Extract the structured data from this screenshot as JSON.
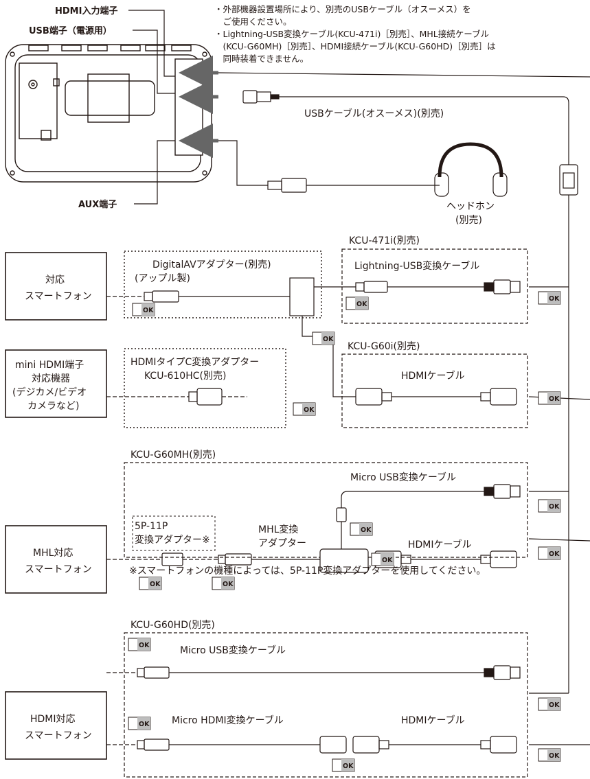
{
  "notes": [
    "・外部機器設置場所により、別売のUSBケーブル（オスーメス）を",
    "　ご使用ください。",
    "・Lightning-USB変換ケーブル(KCU-471i)［別売］、MHL接続ケーブル",
    "　(KCU-G60MH)［別売］、HDMI接続ケーブル(KCU-G60HD)［別売］は",
    "　同時装着できません。"
  ],
  "ports": {
    "hdmi_in": "HDMI入力端子",
    "usb_power": "USB端子（電源用）",
    "aux": "AUX端子"
  },
  "usb_cable": "USBケーブル(オスーメス)(別売)",
  "headphone": [
    "ヘッドホン",
    "(別売)"
  ],
  "devices": {
    "smartphone": [
      "対応",
      "スマートフォン"
    ],
    "mini_hdmi": [
      "mini HDMI端子",
      "対応機器",
      "(デジカメ/ビデオ",
      "カメラなど)"
    ],
    "mhl": [
      "MHL対応",
      "スマートフォン"
    ],
    "hdmi_phone": [
      "HDMI対応",
      "スマートフォン"
    ]
  },
  "digital_av": [
    "DigitalAVアダプター(別売)",
    "(アップル製)"
  ],
  "kcu471": {
    "title": "KCU-471i(別売)",
    "cable": "Lightning-USB変換ケーブル"
  },
  "kcug60i": {
    "title": "KCU-G60i(別売)",
    "cable": "HDMIケーブル"
  },
  "hdmi_typec": [
    "HDMIタイプC変換アダプター",
    "KCU-610HC(別売)"
  ],
  "kcug60mh": {
    "title": "KCU-G60MH(別売)",
    "micro_usb": "Micro USB変換ケーブル",
    "mhl_adapter": [
      "MHL変換",
      "アダプター"
    ],
    "hdmi_cable": "HDMIケーブル",
    "adapter_5p": [
      "5P-11P",
      "変換アダプター※"
    ]
  },
  "footnote": "※スマートフォンの機種によっては、5P-11P変換アダプターを使用してください。",
  "kcug60hd": {
    "title": "KCU-G60HD(別売)",
    "micro_usb": "Micro USB変換ケーブル",
    "micro_hdmi": "Micro HDMI変換ケーブル",
    "hdmi_cable": "HDMIケーブル"
  },
  "ok_label": "OK"
}
